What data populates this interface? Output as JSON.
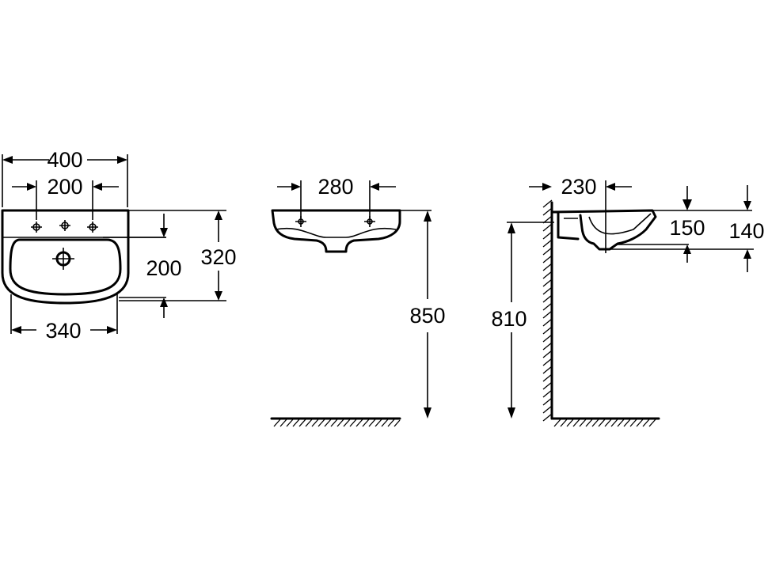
{
  "dimensions": {
    "top_width": "400",
    "tap_spacing": "200",
    "bottom_width": "340",
    "bowl_depth_inner": "200",
    "total_depth": "320",
    "front_holes": "280",
    "front_height": "850",
    "side_depth": "230",
    "side_height": "810",
    "side_150": "150",
    "side_140": "140"
  },
  "colors": {
    "line": "#000000",
    "background": "#ffffff"
  }
}
